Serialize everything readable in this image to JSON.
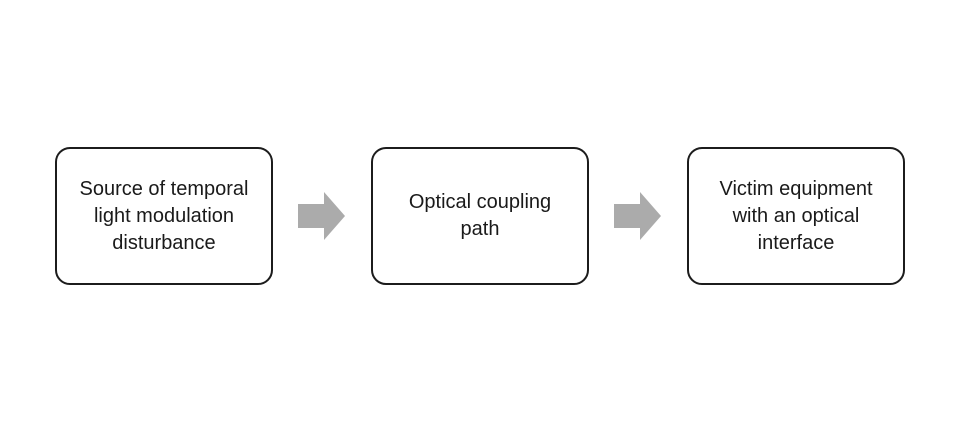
{
  "figure": {
    "type": "flow-diagram",
    "direction": "left-to-right",
    "nodes": [
      {
        "id": "source",
        "label": "Source of temporal\nlight modulation\ndisturbance"
      },
      {
        "id": "coupling",
        "label": "Optical coupling\npath"
      },
      {
        "id": "victim",
        "label": "Victim equipment\nwith an optical\ninterface"
      }
    ],
    "connectors": [
      {
        "from": "source",
        "to": "coupling",
        "shape": "block-arrow-right"
      },
      {
        "from": "coupling",
        "to": "victim",
        "shape": "block-arrow-right"
      }
    ],
    "colors": {
      "background": "#ffffff",
      "node-fill": "#ffffff",
      "node-border": "#1c1c1c",
      "node-text": "#1a1a1a",
      "arrow-fill": "#ababab"
    }
  }
}
